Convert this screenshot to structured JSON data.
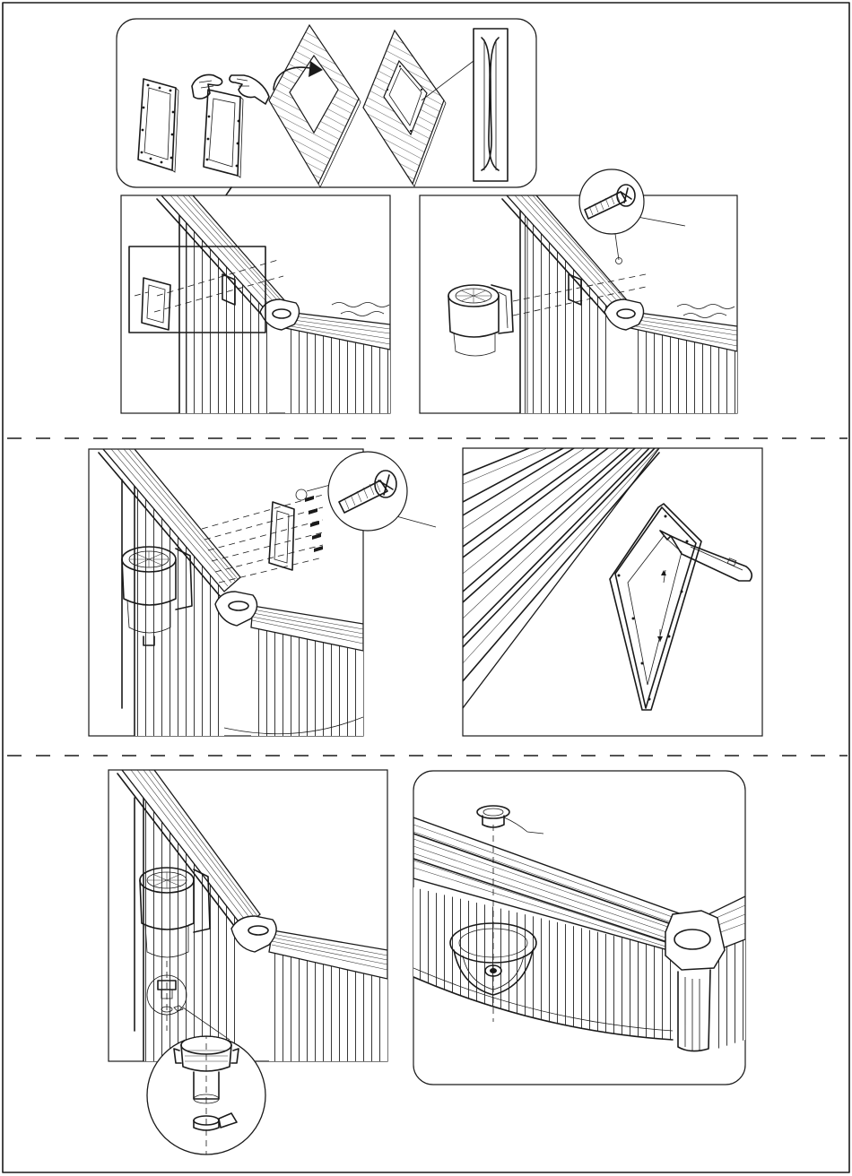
{
  "drawing": {
    "ink": "#1a1a1a",
    "paper": "#ffffff",
    "steps": [
      {
        "id": "gasket-on-plate",
        "icons": [
          "gasket-icon",
          "hands-icon",
          "liner-icon",
          "gasket-profile-icon"
        ]
      },
      {
        "id": "mount-faceplate"
      },
      {
        "id": "attach-skimmer",
        "icons": [
          "screw-icon"
        ]
      },
      {
        "id": "screw-faceplate",
        "icons": [
          "screw-icon"
        ]
      },
      {
        "id": "cut-liner",
        "icons": [
          "knife-icon"
        ]
      },
      {
        "id": "connect-hose",
        "icons": [
          "hose-adapter-icon"
        ]
      },
      {
        "id": "insert-basket",
        "icons": [
          "basket-icon"
        ]
      }
    ]
  }
}
